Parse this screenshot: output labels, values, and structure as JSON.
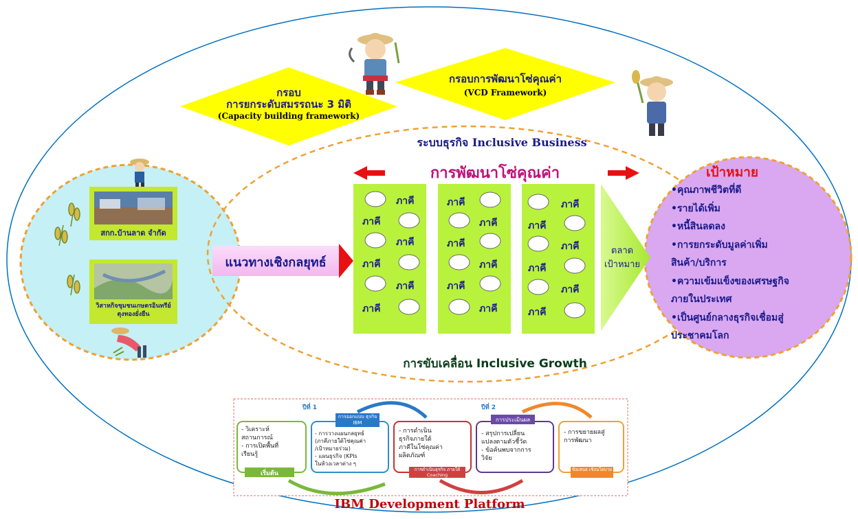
{
  "frameworks": {
    "capacity": {
      "line1": "กรอบ",
      "line2": "การยกระดับสมรรถนะ 3 มิติ",
      "line3": "(Capacity building framework)"
    },
    "vcd": {
      "line1": "กรอบการพัฒนาโซ่คุณค่า",
      "line2": "(VCD Framework)"
    }
  },
  "inclusive_business": "ระบบธุรกิจ Inclusive Business",
  "value_chain_title": "การพัฒนาโซ่คุณค่า",
  "inclusive_growth": "การขับเคลื่อน Inclusive Growth",
  "strategy": "แนวทางเชิงกลยุทธ์",
  "partner_label": "ภาคี",
  "market": {
    "line1": "ตลาด",
    "line2": "เป้าหมาย"
  },
  "left_items": [
    "สกก.บ้านลาด จำกัด",
    "วิสาหกิจชุมชนเกษตรอินทรีย์",
    "ตุงทองยั่งยืน"
  ],
  "goals": {
    "title": "เป้าหมาย",
    "items": [
      "•คุณภาพชีวิตที่ดี",
      "•รายได้เพิ่ม",
      "•หนี้สินลดลง",
      "•การยกระดับมูลค่าเพิ่ม",
      "สินค้า/บริการ",
      "•ความเข้มแข็งของเศรษฐกิจ",
      "ภายในประเทศ",
      "•เป็นศูนย์กลางธุรกิจเชื่อมสู่",
      "ประชาคมโลก"
    ]
  },
  "ibm": {
    "title": "IBM Development Platform",
    "year1": "ปีที่ 1",
    "year2": "ปีที่ 2",
    "step1": [
      "- วิเคราะห์",
      "สถานการณ์",
      "- การเปิดพื้นที่",
      "เรียนรู้"
    ],
    "step1_tag": "เริ่มต้น",
    "step2_tag": "การออกแบบ ธุรกิจ IBM",
    "step2": [
      "- การวางแผนกลยุทธ์",
      "(ภาคีภายใต้โซ่คุณค่า",
      "/เป้าหมายร่วม)",
      "- แผนธุรกิจ (KPIs",
      "ในห้วงเวลาต่าง ๆ"
    ],
    "step3": [
      "- การดำเนิน",
      "ธุรกิจภายใต้",
      "ภาคีในโซ่คุณค่า",
      "ผลิตภัณฑ์"
    ],
    "step3_tag": "การดำเนินธุรกิจ ภายใต้ Coaching",
    "step4_tag": "การประเมินผล",
    "step4": [
      "- สรุปการเปลี่ยน",
      "แปลงตามตัวชี้วัด",
      "- ข้อค้นพบจากการ",
      "วิจัย"
    ],
    "step5": [
      "- การขยายผลสู่",
      "การพัฒนา"
    ],
    "step5_tag": "ข้อเสนอ เชิงนโยบาย"
  },
  "colors": {
    "outer_ellipse": "#0070c0",
    "dashed": "#f0a030",
    "left_fill": "#c5f0f5",
    "goal_fill": "#d9a8f0",
    "column_fill": "#b8f23c",
    "strategy_fill": "#f7c8f5",
    "yellow": "#ffff00",
    "red": "#e81010",
    "navy": "#1a1a8c",
    "magenta": "#c0107a",
    "green_text": "#0a3d1a"
  }
}
